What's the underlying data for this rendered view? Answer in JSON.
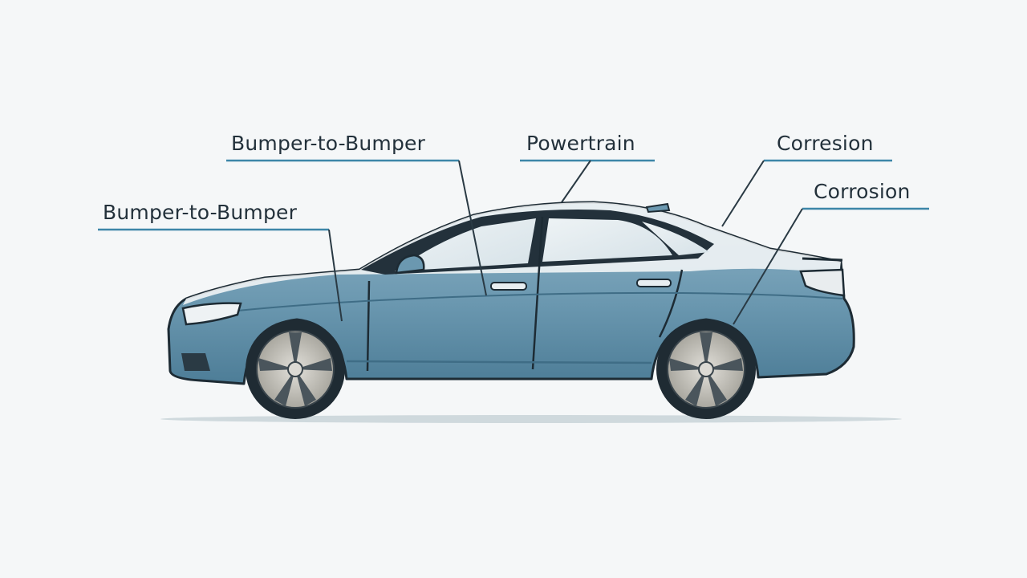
{
  "colors": {
    "background": "#f5f7f8",
    "body_main": "#6b98b0",
    "body_dark": "#3f6d86",
    "body_light": "#9dbcce",
    "glass": "#e3eaee",
    "outline": "#1d2b34",
    "leader_line": "#2a3a44",
    "underline": "#3d86a8",
    "tire": "#1f2b33",
    "rim": "#c5c3bc"
  },
  "callouts": [
    {
      "id": "bumper-top",
      "label": "Bumper-to-Bumper"
    },
    {
      "id": "powertrain",
      "label": "Powertrain"
    },
    {
      "id": "correion",
      "label": "Corresion"
    },
    {
      "id": "bumper-left",
      "label": "Bumper-to-Bumper"
    },
    {
      "id": "corrosion",
      "label": "Corrosion"
    }
  ]
}
